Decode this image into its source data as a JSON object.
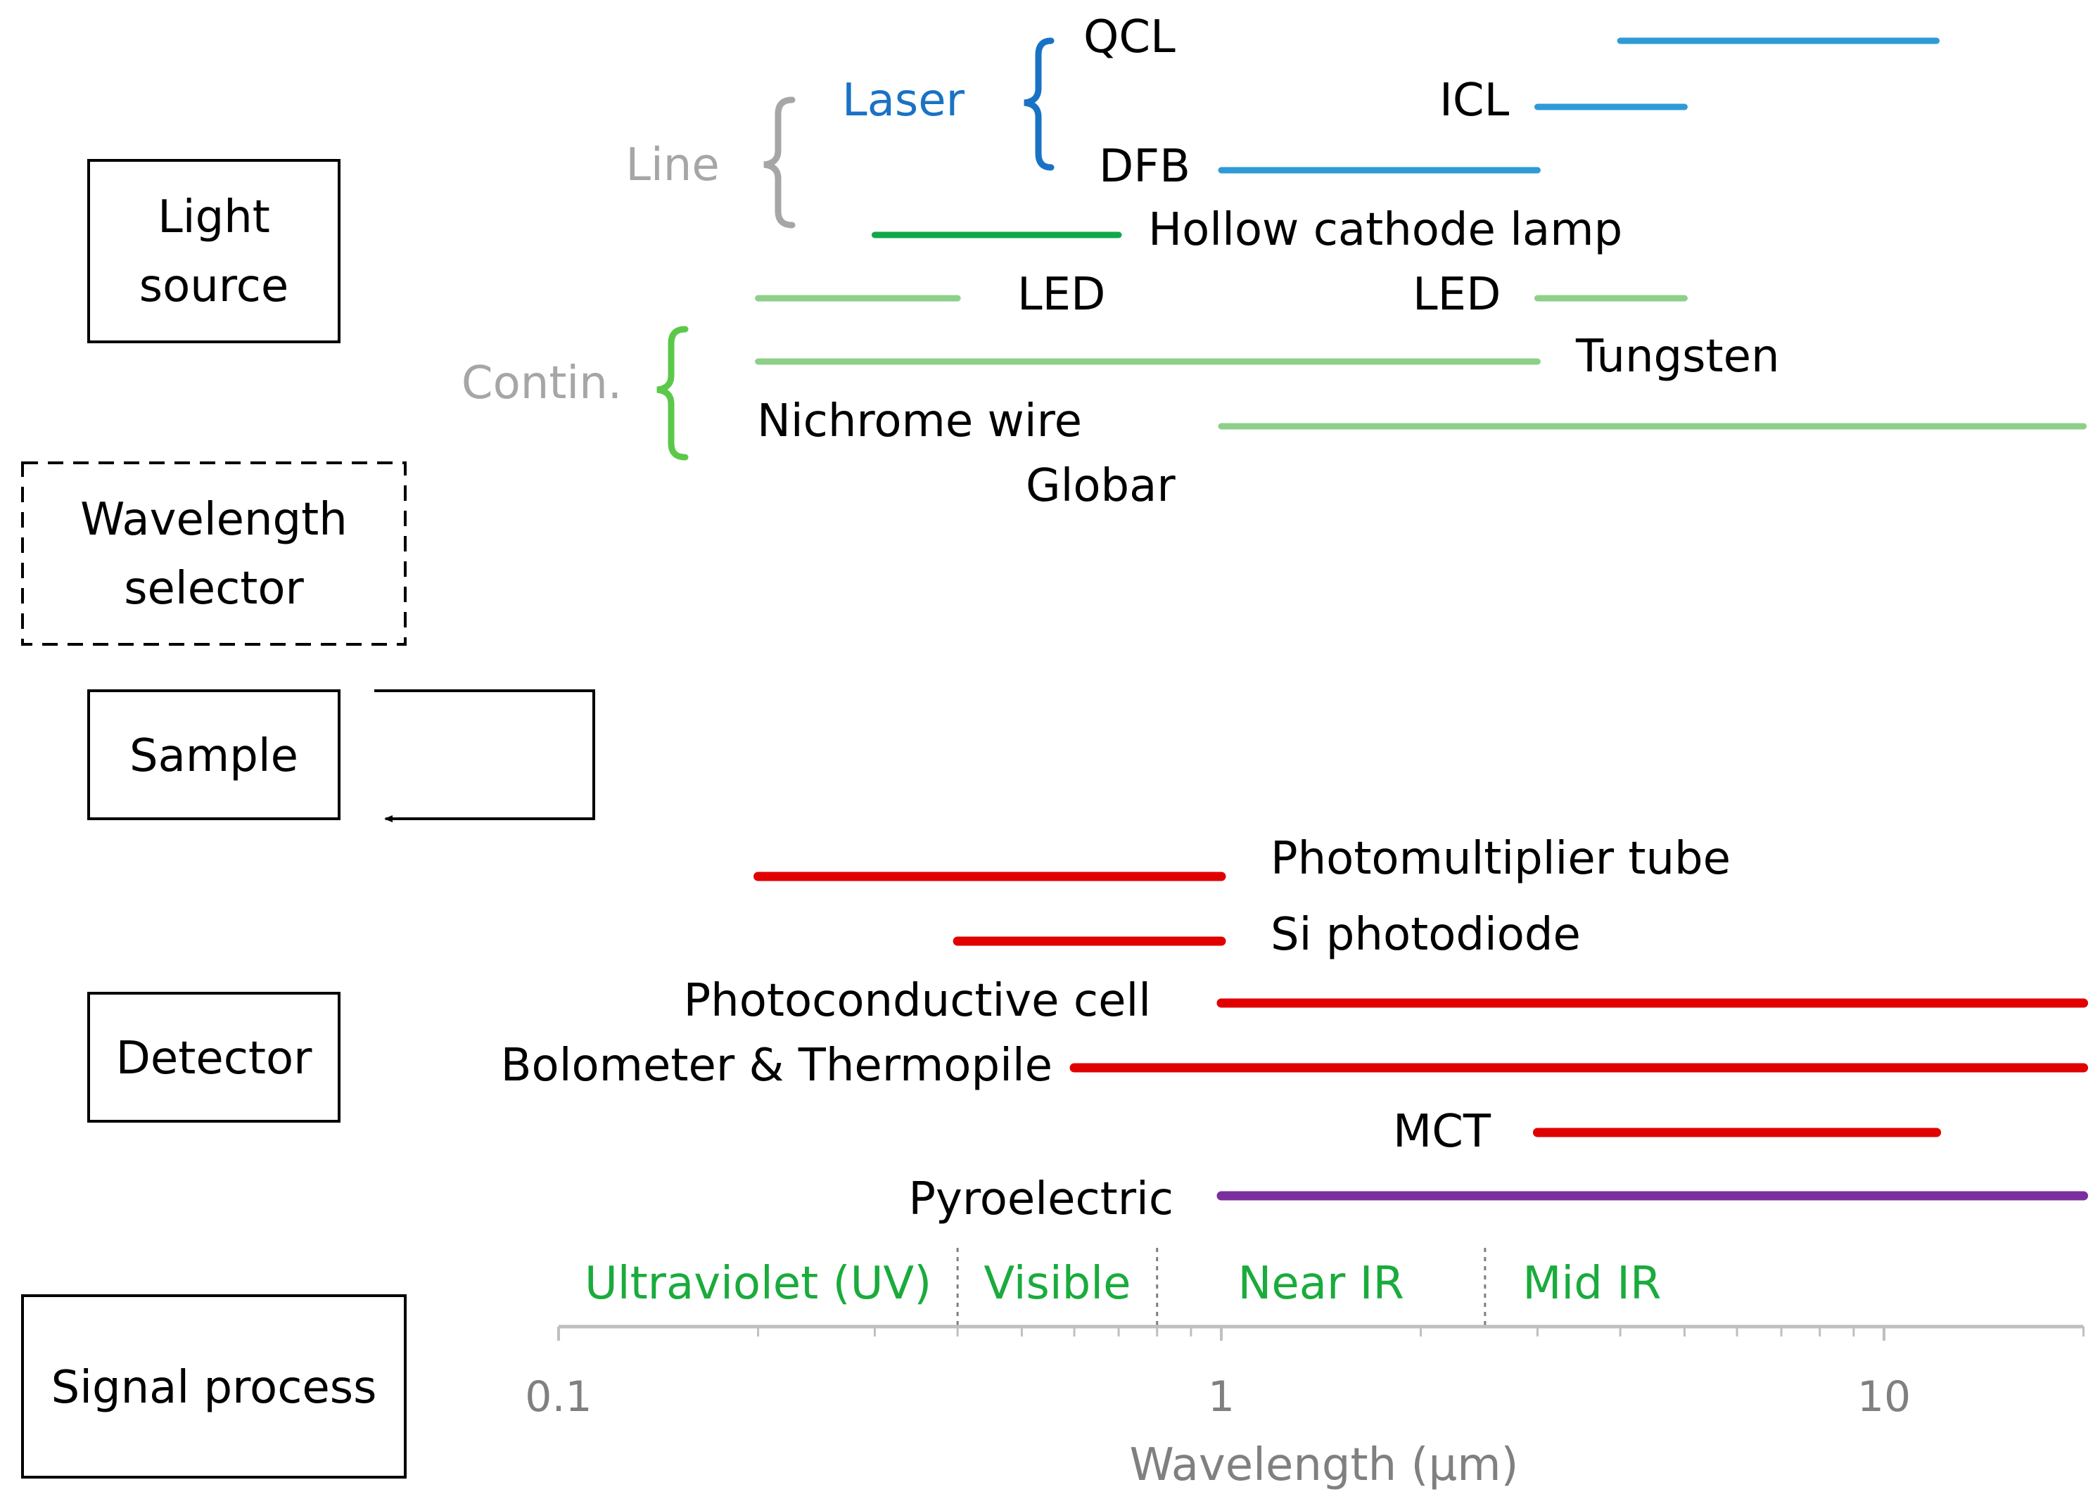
{
  "boxes": {
    "light_source": [
      "Light",
      "source"
    ],
    "wavelength_selector": [
      "Wavelength",
      "selector"
    ],
    "sample": "Sample",
    "detector": "Detector",
    "signal_process": "Signal process"
  },
  "groups": {
    "line": "Line",
    "laser": "Laser",
    "continuum": "Contin."
  },
  "source_ranges": [
    {
      "label": "QCL",
      "from": 4,
      "to": 12,
      "color": "#2e9bd6"
    },
    {
      "label": "ICL",
      "from": 3,
      "to": 5,
      "color": "#2e9bd6"
    },
    {
      "label": "DFB",
      "from": 1,
      "to": 3,
      "color": "#2e9bd6"
    },
    {
      "label": "Hollow cathode lamp",
      "from": 0.3,
      "to": 0.7,
      "color": "#10a84a"
    },
    {
      "label": "LED",
      "from": 0.2,
      "to": 0.4,
      "color": "#8ed08a"
    },
    {
      "label": "LED",
      "from": 3,
      "to": 5,
      "color": "#8ed08a"
    },
    {
      "label": "Tungsten",
      "from": 0.2,
      "to": 3,
      "color": "#8ed08a"
    },
    {
      "label": "Nichrome wire",
      "from": 1,
      "to": 20,
      "color": "#8ed08a"
    },
    {
      "label": "Globar",
      "from": null,
      "to": null,
      "color": "#8ed08a"
    }
  ],
  "detector_ranges": [
    {
      "label": "Photomultiplier tube",
      "from": 0.2,
      "to": 1,
      "color": "#e00000"
    },
    {
      "label": "Si photodiode",
      "from": 0.4,
      "to": 1,
      "color": "#e00000"
    },
    {
      "label": "Photoconductive cell",
      "from": 1,
      "to": 20,
      "color": "#e00000"
    },
    {
      "label": "Bolometer & Thermopile",
      "from": 0.6,
      "to": 20,
      "color": "#e00000"
    },
    {
      "label": "MCT",
      "from": 3,
      "to": 12,
      "color": "#e00000"
    },
    {
      "label": "Pyroelectric",
      "from": 1,
      "to": 20,
      "color": "#7b2f9e"
    }
  ],
  "regions": [
    {
      "label": "Ultraviolet (UV)",
      "from": 0.1,
      "to": 0.4
    },
    {
      "label": "Visible",
      "from": 0.4,
      "to": 0.8
    },
    {
      "label": "Near IR",
      "from": 0.8,
      "to": 2.5
    },
    {
      "label": "Mid IR",
      "from": 2.5,
      "to": 20
    }
  ],
  "axis": {
    "title": "Wavelength (μm)",
    "scale": "log",
    "range": [
      0.1,
      20
    ],
    "tick_labels": [
      "0.1",
      "1",
      "10"
    ]
  },
  "colors": {
    "laser_group": "#1a72c4",
    "line_group": "#a6a6a6",
    "continuum_group": "#5cc84a",
    "region_labels": "#1aab3c",
    "axis": "#bfbfbf",
    "axis_text": "#808080"
  }
}
